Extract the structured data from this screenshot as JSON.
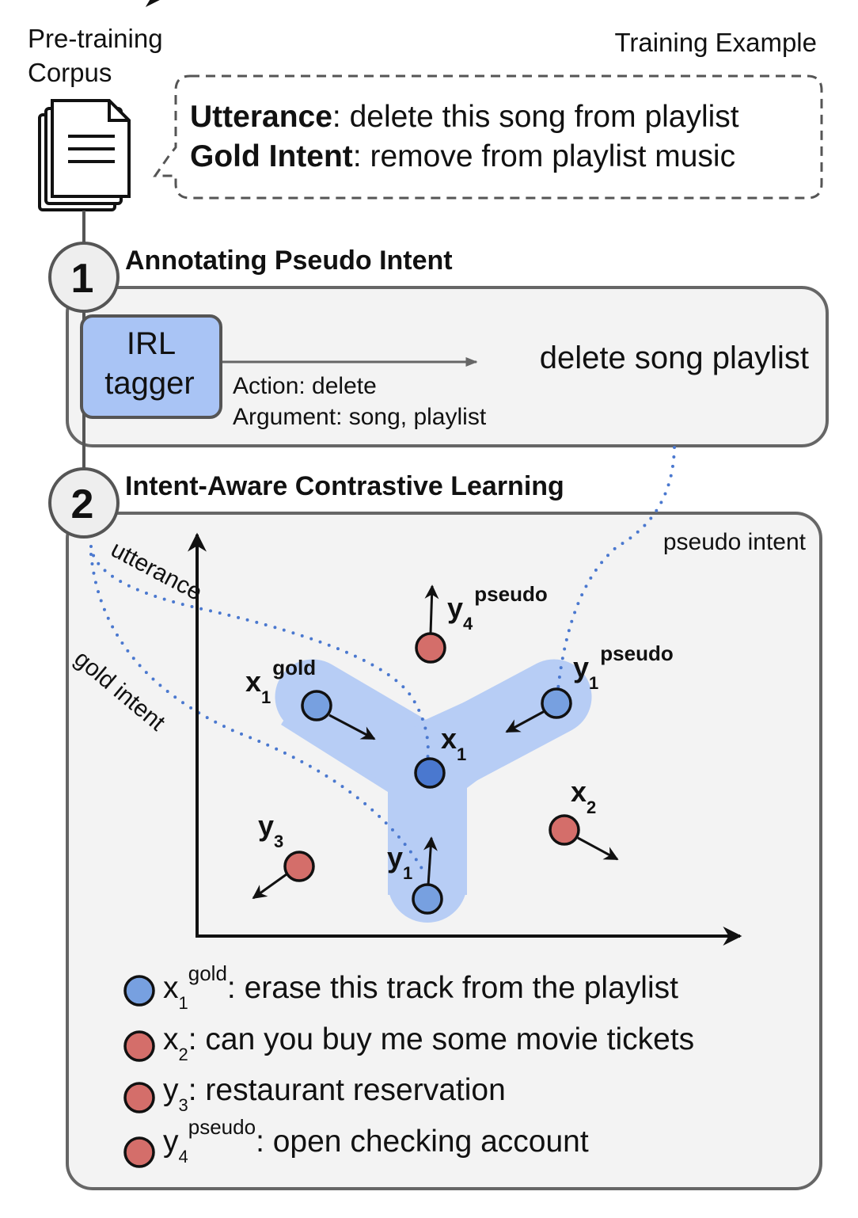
{
  "corpus": {
    "line1": "Pre-training",
    "line2": "Corpus"
  },
  "training_example": {
    "title": "Training Example",
    "utterance_label": "Utterance",
    "utterance_text": ": delete this song from playlist",
    "gold_label": "Gold Intent",
    "gold_text": ": remove from playlist music"
  },
  "step1": {
    "number": "1",
    "title": "Annotating Pseudo Intent",
    "tagger_line1": "IRL",
    "tagger_line2": "tagger",
    "action": "Action: delete",
    "argument": "Argument: song, playlist",
    "output": "delete song playlist"
  },
  "step2": {
    "number": "2",
    "title": "Intent-Aware Contrastive Learning",
    "curve_labels": {
      "utterance": "utterance",
      "gold_intent": "gold intent",
      "pseudo_intent": "pseudo intent"
    },
    "points": {
      "x1": {
        "base": "x",
        "sub": "1"
      },
      "x1_gold": {
        "base": "x",
        "sub": "1",
        "sup": "gold"
      },
      "y1": {
        "base": "y",
        "sub": "1"
      },
      "y1_pseudo": {
        "base": "y",
        "sub": "1",
        "sup": "pseudo"
      },
      "y4_pseudo": {
        "base": "y",
        "sub": "4",
        "sup": "pseudo"
      },
      "y3": {
        "base": "y",
        "sub": "3"
      },
      "x2": {
        "base": "x",
        "sub": "2"
      }
    },
    "legend": [
      {
        "base": "x",
        "sub": "1",
        "sup": "gold",
        "text": ": erase this track from the playlist",
        "color": "#77a0e0"
      },
      {
        "base": "x",
        "sub": "2",
        "sup": "",
        "text": ": can you buy me some movie tickets",
        "color": "#d46e6a"
      },
      {
        "base": "y",
        "sub": "3",
        "sup": "",
        "text": ": restaurant reservation",
        "color": "#d46e6a"
      },
      {
        "base": "y",
        "sub": "4",
        "sup": "pseudo",
        "text": ": open checking account",
        "color": "#d46e6a"
      }
    ]
  },
  "colors": {
    "positive": "#77a0e0",
    "anchor": "#4a78cf",
    "negative": "#d46e6a",
    "blob": "#b7cdf5",
    "panel": "#f3f3f3",
    "tagger": "#a9c4f5"
  }
}
